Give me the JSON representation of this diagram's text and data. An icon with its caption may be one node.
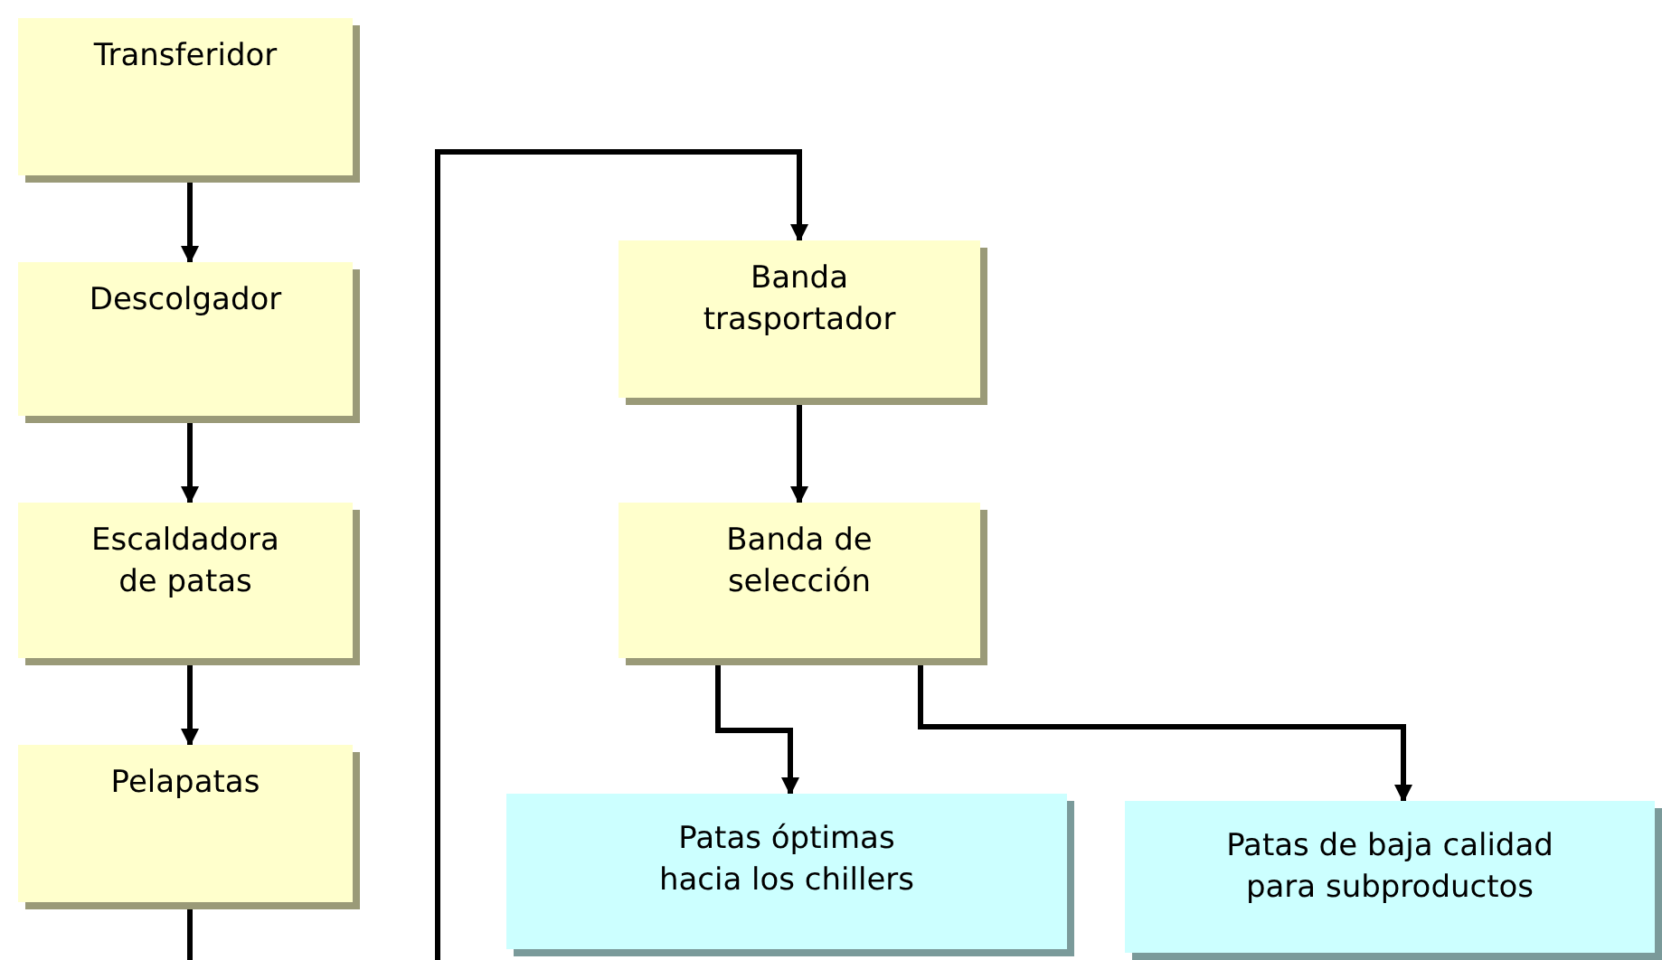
{
  "diagram": {
    "nodes": [
      {
        "text": [
          "Transferidor"
        ]
      },
      {
        "text": [
          "Descolgador"
        ]
      },
      {
        "text": [
          "Escaldadora de patas"
        ]
      },
      {
        "text": [
          "Pelapatas"
        ]
      },
      {
        "text": [
          "Banda trasportador"
        ]
      },
      {
        "text": [
          "Banda de selección"
        ]
      },
      {
        "text": [
          "Patas óptimas hacia los chillers"
        ]
      },
      {
        "text": [
          "Patas de baja calidad para subproductos"
        ]
      }
    ],
    "edges": [
      {
        "from": 0,
        "to": 1,
        "arrow": "to"
      },
      {
        "from": 1,
        "to": 2,
        "arrow": "to"
      },
      {
        "from": 2,
        "to": 3,
        "arrow": "to"
      },
      {
        "from": 3,
        "to": null,
        "arrow": "none"
      },
      {
        "from": null,
        "to": 4,
        "arrow": "to"
      },
      {
        "from": 4,
        "to": 5,
        "arrow": "to"
      },
      {
        "from": 5,
        "to": 6,
        "arrow": "to"
      },
      {
        "from": 5,
        "to": 7,
        "arrow": "to"
      }
    ]
  }
}
